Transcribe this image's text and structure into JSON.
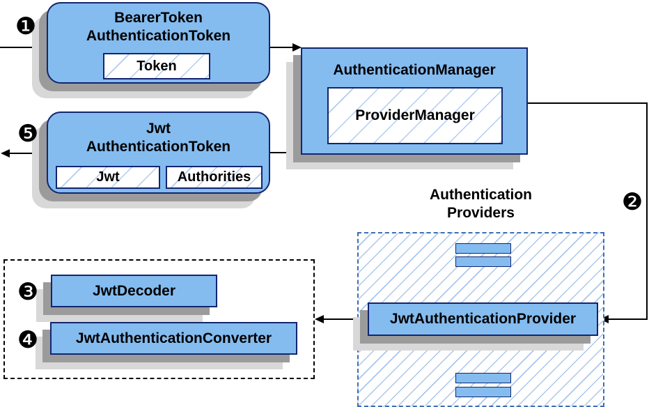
{
  "badges": {
    "step1": "❶",
    "step2": "❷",
    "step3": "❸",
    "step4": "❹",
    "step5": "❺"
  },
  "nodes": {
    "bearer_token": {
      "line1": "BearerToken",
      "line2": "AuthenticationToken",
      "field": "Token"
    },
    "authentication_manager": {
      "title": "AuthenticationManager",
      "field": "ProviderManager"
    },
    "jwt_authentication_token": {
      "line1": "Jwt",
      "line2": "AuthenticationToken",
      "field_jwt": "Jwt",
      "field_authorities": "Authorities"
    },
    "authentication_providers": {
      "line1": "Authentication",
      "line2": "Providers",
      "provider": "JwtAuthenticationProvider"
    },
    "converter_group": {
      "decoder": "JwtDecoder",
      "converter": "JwtAuthenticationConverter"
    }
  },
  "colors": {
    "node_fill": "#84bcf0",
    "node_border": "#13256e",
    "hatch_line": "#a8c7f0",
    "hatch_line_light": "#afccf1",
    "dashed_blue": "#3d6cb3",
    "shadow_dark": "#9b9b9b",
    "shadow_light": "#d8d8d8",
    "line_black": "#000000"
  }
}
